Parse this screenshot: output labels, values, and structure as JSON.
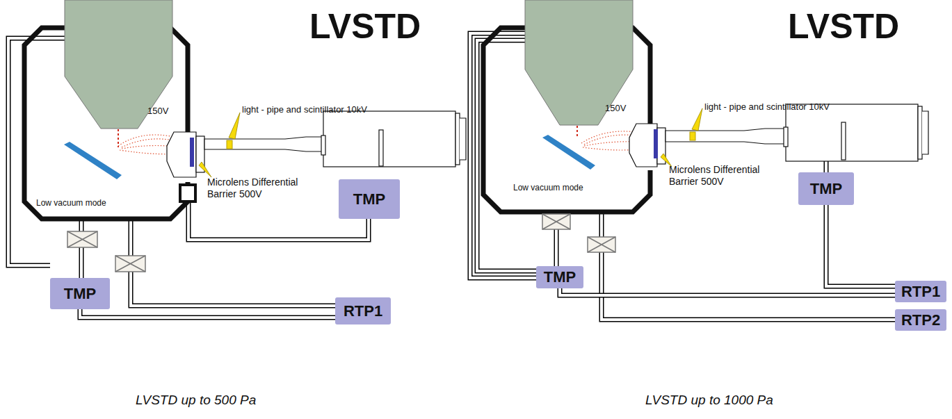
{
  "diagram": {
    "nodes": [
      {
        "text": [
          "TMP"
        ]
      },
      {
        "text": [
          "TMP"
        ]
      },
      {
        "text": [
          "RTP1"
        ]
      },
      {
        "text": [
          "TMP"
        ]
      },
      {
        "text": [
          "TMP"
        ]
      },
      {
        "text": [
          "RTP1"
        ]
      },
      {
        "text": [
          "RTP2"
        ]
      }
    ],
    "edges": [
      {
        "from": 1,
        "to": 2,
        "arrow": "none"
      },
      {
        "from": 4,
        "to": 5,
        "arrow": "none"
      },
      {
        "from": 3,
        "to": 5,
        "arrow": "none"
      }
    ],
    "labels": [
      "LVSTD",
      "150V",
      "light - pipe and scintillator 10kV",
      "Microlens Differential Barrier 500V",
      "Low vacuum mode",
      "LVSTD up to 500 Pa",
      "LVSTD",
      "150V",
      "light - pipe and scintillator 10kV",
      "Microlens Differential Barrier 500V",
      "Low vacuum mode",
      "LVSTD up to 1000 Pa"
    ]
  }
}
